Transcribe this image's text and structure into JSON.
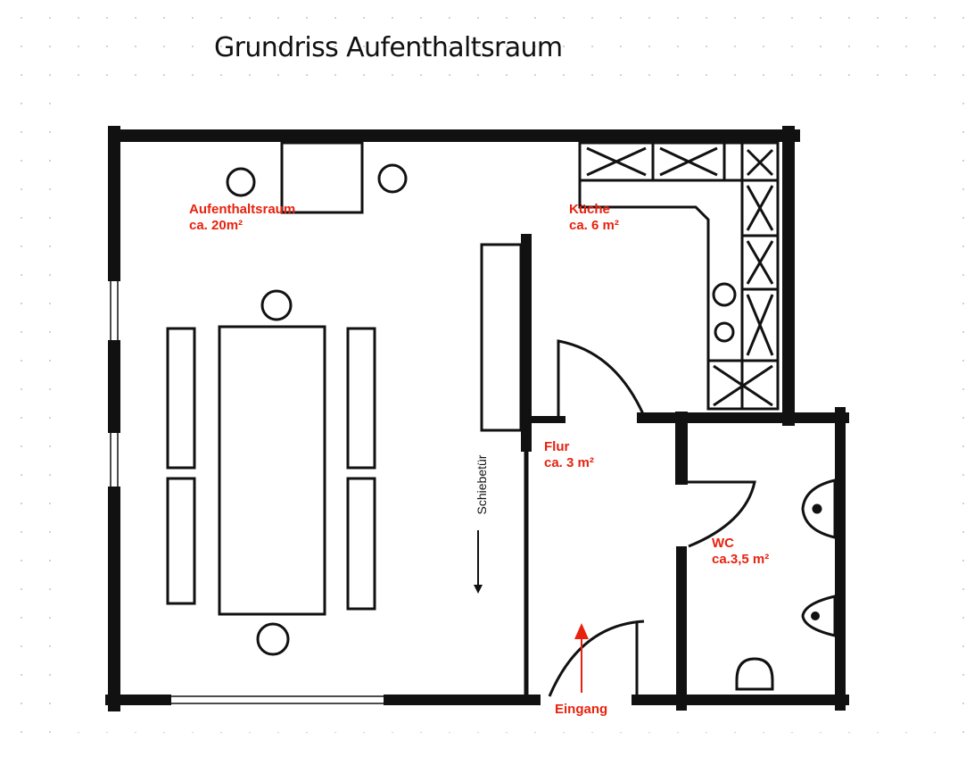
{
  "title": "Grundriss Aufenthaltsraum",
  "rooms": {
    "aufenthaltsraum": {
      "name": "Aufenthaltsraum",
      "area": "ca. 20m²"
    },
    "kueche": {
      "name": "Küche",
      "area": "ca. 6 m²"
    },
    "flur": {
      "name": "Flur",
      "area": "ca. 3 m²"
    },
    "wc": {
      "name": "WC",
      "area": "ca.3,5 m²"
    }
  },
  "labels": {
    "sliding_door": "Schiebetür",
    "entrance": "Eingang"
  },
  "colors": {
    "walls": "#111111",
    "labels": "#e8220e",
    "entrance_arrow": "#e8220e"
  }
}
